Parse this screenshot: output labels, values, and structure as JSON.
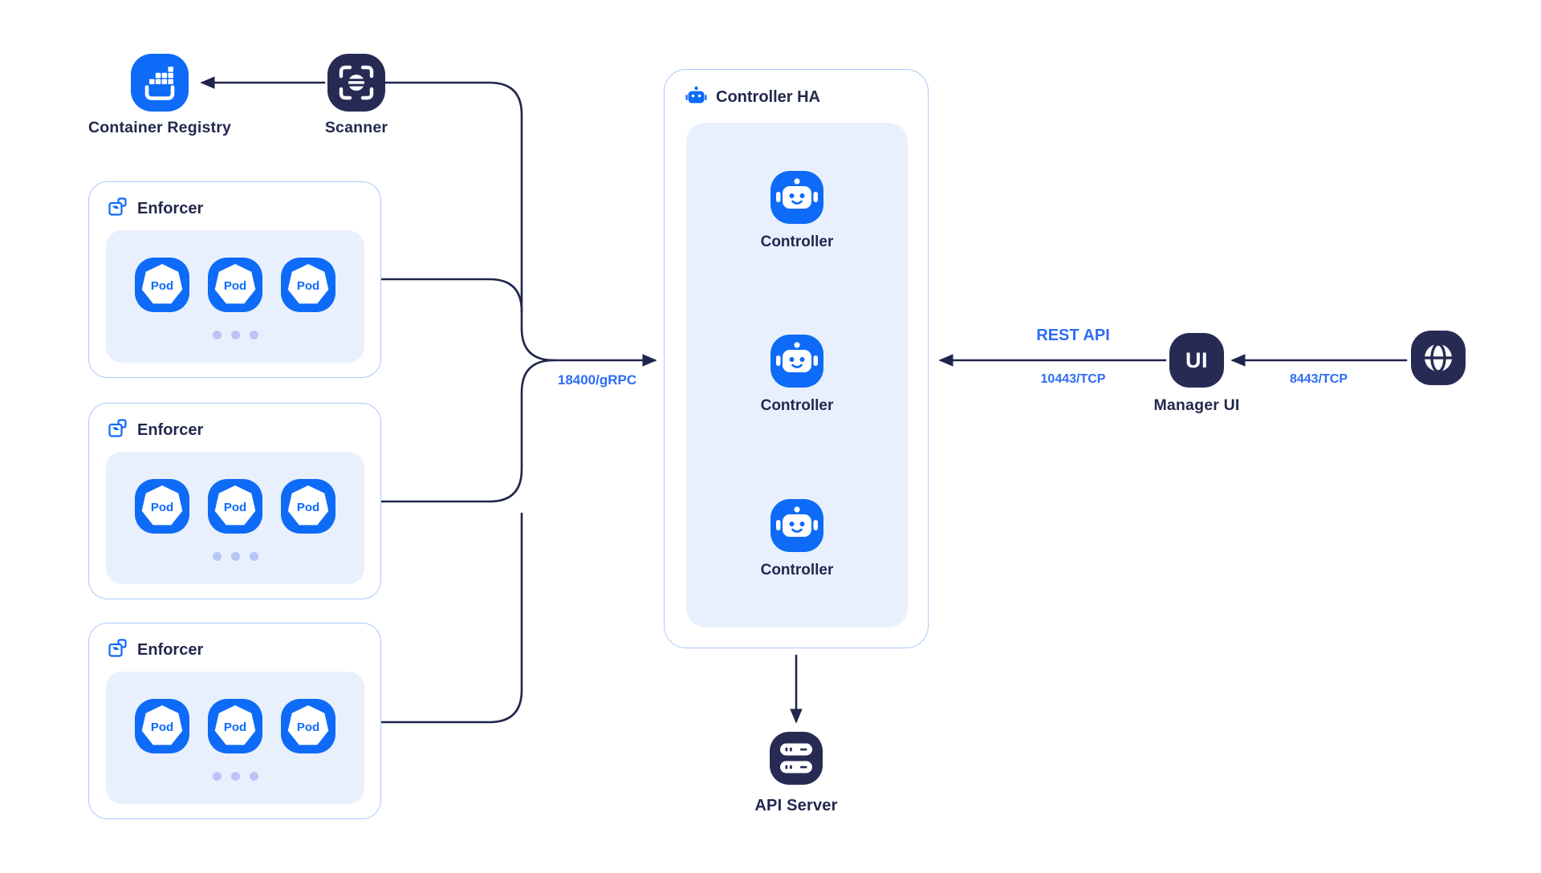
{
  "diagram": {
    "top": {
      "container_registry_label": "Container Registry",
      "scanner_label": "Scanner"
    },
    "enforcers": [
      {
        "title": "Enforcer",
        "pods": [
          "Pod",
          "Pod",
          "Pod"
        ]
      },
      {
        "title": "Enforcer",
        "pods": [
          "Pod",
          "Pod",
          "Pod"
        ]
      },
      {
        "title": "Enforcer",
        "pods": [
          "Pod",
          "Pod",
          "Pod"
        ]
      }
    ],
    "controller_ha": {
      "title": "Controller HA",
      "controllers": [
        "Controller",
        "Controller",
        "Controller"
      ]
    },
    "manager": {
      "icon_text": "UI",
      "label": "Manager UI"
    },
    "api_server_label": "API Server",
    "edge_labels": {
      "grpc": "18400/gRPC",
      "rest_api": "REST API",
      "rest_port": "10443/TCP",
      "browser_port": "8443/TCP"
    },
    "colors": {
      "accent_blue": "#0d6bf8",
      "icon_navy": "#272b54",
      "line_navy": "#20254e",
      "label_navy": "#23284e",
      "label_blue": "#2e6cf5",
      "box_border": "#a9c8fa",
      "panel_fill": "#e9f0fd",
      "dot_fill": "#b9c5f8"
    }
  }
}
